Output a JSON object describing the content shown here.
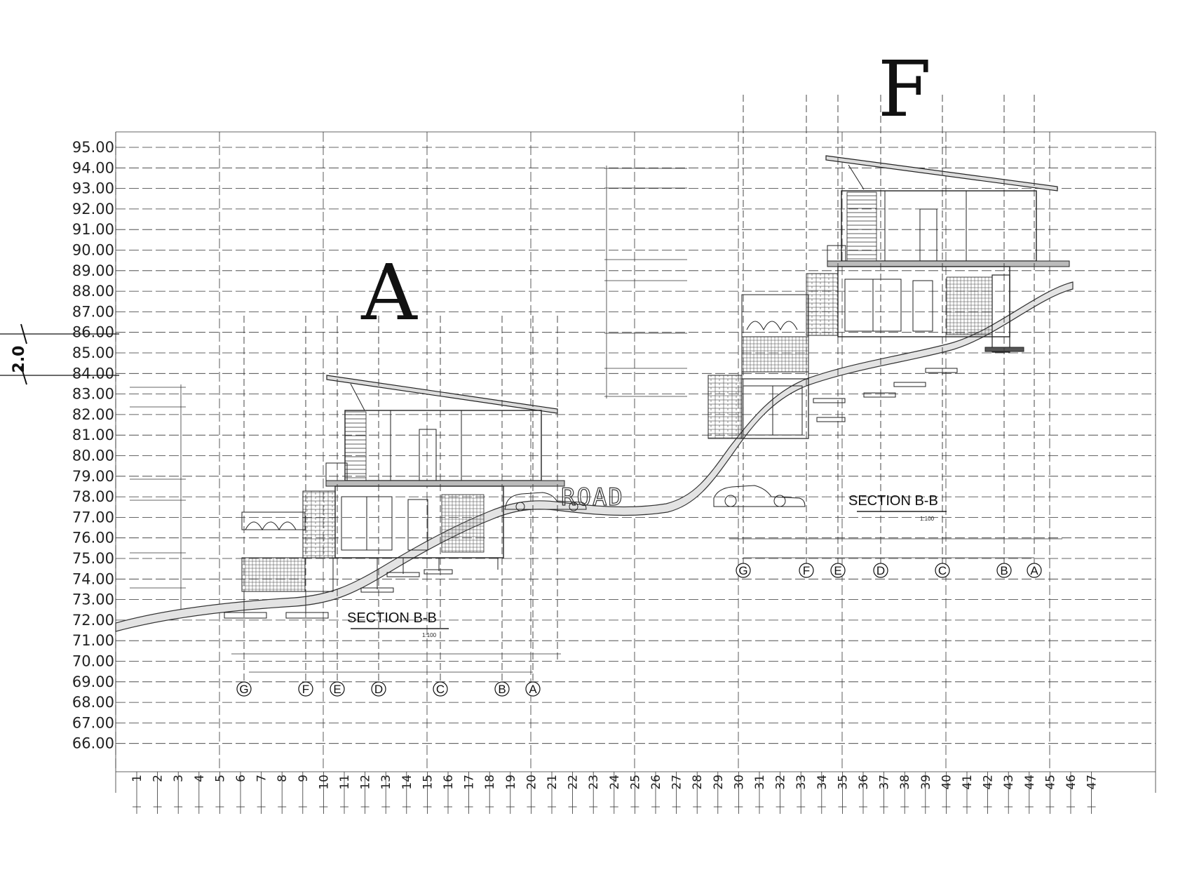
{
  "sheet": {
    "scale_label": "2.0"
  },
  "elevations": [
    "95.00",
    "94.00",
    "93.00",
    "92.00",
    "91.00",
    "90.00",
    "89.00",
    "88.00",
    "87.00",
    "86.00",
    "85.00",
    "84.00",
    "83.00",
    "82.00",
    "81.00",
    "80.00",
    "79.00",
    "78.00",
    "77.00",
    "76.00",
    "75.00",
    "74.00",
    "73.00",
    "72.00",
    "71.00",
    "70.00",
    "69.00",
    "68.00",
    "67.00",
    "66.00"
  ],
  "stations": [
    "1",
    "2",
    "3",
    "4",
    "5",
    "6",
    "7",
    "8",
    "9",
    "10",
    "11",
    "12",
    "13",
    "14",
    "15",
    "16",
    "17",
    "18",
    "19",
    "20",
    "21",
    "22",
    "23",
    "24",
    "25",
    "26",
    "27",
    "28",
    "29",
    "30",
    "31",
    "32",
    "33",
    "34",
    "35",
    "36",
    "37",
    "38",
    "39",
    "40",
    "41",
    "42",
    "43",
    "44",
    "45",
    "46",
    "47"
  ],
  "houses": [
    {
      "letter": "A",
      "section_title": "SECTION    B-B",
      "scale_text": "1:100",
      "grid_labels": [
        "G",
        "F",
        "E",
        "D",
        "C",
        "B",
        "A"
      ]
    },
    {
      "letter": "F",
      "section_title": "SECTION    B-B",
      "scale_text": "1:100",
      "grid_labels": [
        "G",
        "F",
        "E",
        "D",
        "C",
        "B",
        "A"
      ]
    }
  ],
  "road_label": "ROAD"
}
